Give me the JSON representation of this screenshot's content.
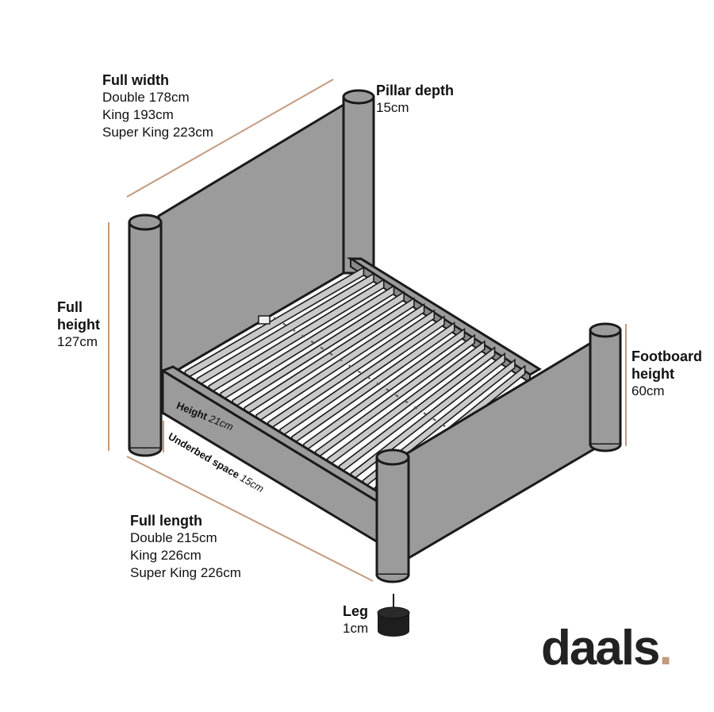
{
  "labels": {
    "full_width": {
      "heading": "Full width",
      "lines": [
        "Double 178cm",
        "King 193cm",
        "Super King 223cm"
      ]
    },
    "pillar_depth": {
      "heading": "Pillar depth",
      "value": "15cm"
    },
    "full_height": {
      "heading_1": "Full",
      "heading_2": "height",
      "value": "127cm"
    },
    "footboard_height": {
      "heading_1": "Footboard",
      "heading_2": "height",
      "value": "60cm"
    },
    "side_height": {
      "label": "Height",
      "value": "21cm"
    },
    "underbed_space": {
      "label": "Underbed space",
      "value": "15cm"
    },
    "full_length": {
      "heading": "Full length",
      "lines": [
        "Double 215cm",
        "King 226cm",
        "Super King 226cm"
      ]
    },
    "leg": {
      "heading": "Leg",
      "value": "1cm"
    }
  },
  "brand": {
    "name": "daals",
    "dot": "."
  },
  "colors": {
    "frame": "#9a9b9a",
    "outline": "#1a1a1a",
    "slat": "#c9c9c9",
    "dimension_line": "#c49a7e"
  }
}
